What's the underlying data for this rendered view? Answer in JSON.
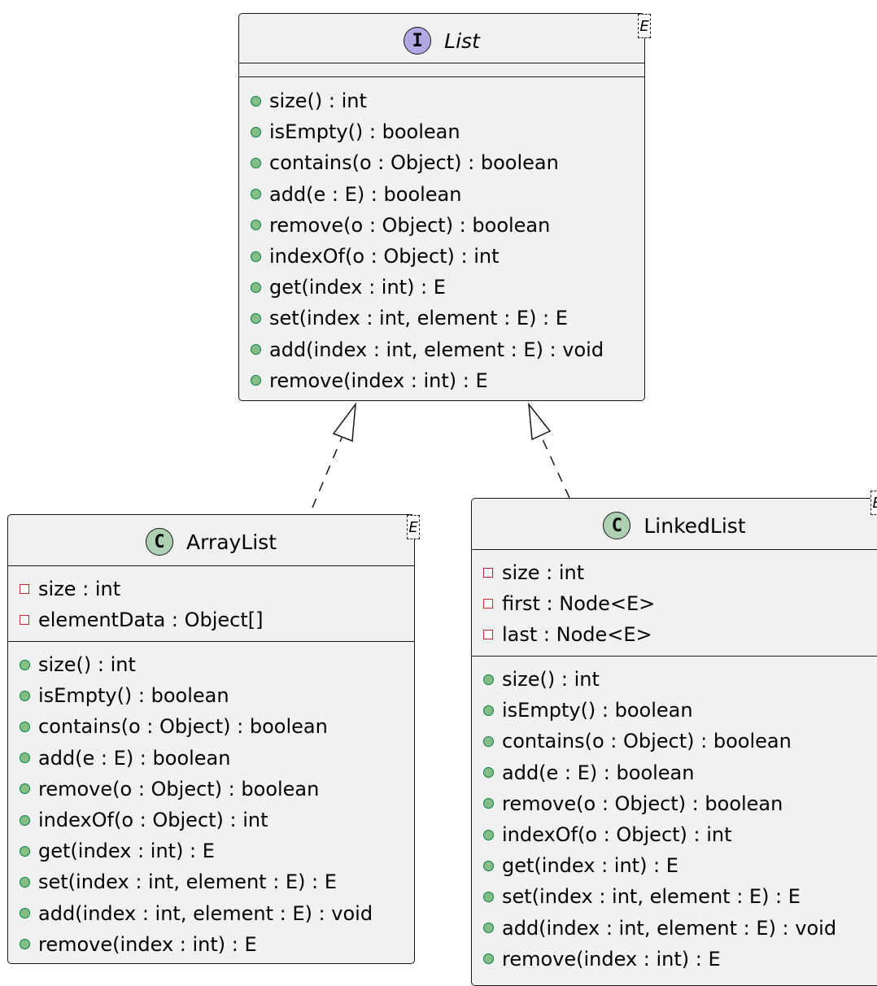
{
  "interface": {
    "name": "List",
    "stereotype_letter": "I",
    "type_param": "E",
    "fields": [],
    "methods": [
      "size() : int",
      "isEmpty() : boolean",
      "contains(o : Object) : boolean",
      "add(e : E) : boolean",
      "remove(o : Object) : boolean",
      "indexOf(o : Object) : int",
      "get(index : int) : E",
      "set(index : int, element : E) : E",
      "add(index : int, element : E) : void",
      "remove(index : int) : E"
    ]
  },
  "arraylist": {
    "name": "ArrayList",
    "stereotype_letter": "C",
    "type_param": "E",
    "fields": [
      "size : int",
      "elementData : Object[]"
    ],
    "methods": [
      "size() : int",
      "isEmpty() : boolean",
      "contains(o : Object) : boolean",
      "add(e : E) : boolean",
      "remove(o : Object) : boolean",
      "indexOf(o : Object) : int",
      "get(index : int) : E",
      "set(index : int, element : E) : E",
      "add(index : int, element : E) : void",
      "remove(index : int) : E"
    ]
  },
  "linkedlist": {
    "name": "LinkedList",
    "stereotype_letter": "C",
    "type_param": "E",
    "fields": [
      "size : int",
      "first : Node<E>",
      "last : Node<E>"
    ],
    "methods": [
      "size() : int",
      "isEmpty() : boolean",
      "contains(o : Object) : boolean",
      "add(e : E) : boolean",
      "remove(o : Object) : boolean",
      "indexOf(o : Object) : int",
      "get(index : int) : E",
      "set(index : int, element : E) : E",
      "add(index : int, element : E) : void",
      "remove(index : int) : E"
    ]
  },
  "colors": {
    "box_fill": "#f1f1f1",
    "border": "#181818",
    "interface_badge": "#b4a7e5",
    "class_badge": "#add1b2",
    "public_marker": "#84be84",
    "private_marker": "#c82930"
  }
}
